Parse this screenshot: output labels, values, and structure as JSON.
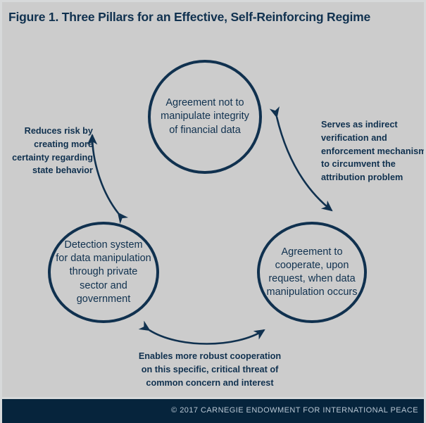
{
  "figure": {
    "title": "Figure 1. Three Pillars for an Effective, Self-Reinforcing Regime",
    "background_color": "#cccccc",
    "accent_color": "#10314f",
    "footer_background": "#06243c",
    "footer_text_color": "#b9c7d4"
  },
  "nodes": {
    "top": {
      "line1": "Agreement not to",
      "line2": "manipulate integrity",
      "line3": "of financial data"
    },
    "left": {
      "line1": "Detection system",
      "line2": "for data manipulation",
      "line3": "through private",
      "line4": "sector and",
      "line5": "government"
    },
    "right": {
      "line1": "Agreement to",
      "line2": "cooperate, upon",
      "line3": "request, when data",
      "line4": "manipulation occurs"
    }
  },
  "annotations": {
    "left": {
      "line1": "Reduces risk by",
      "line2": "creating more",
      "line3": "certainty regarding",
      "line4": "state behavior"
    },
    "right": {
      "line1": "Serves as indirect",
      "line2": "verification and",
      "line3": "enforcement mechanism",
      "line4": "to circumvent the",
      "line5": "attribution problem"
    },
    "bottom": {
      "line1": "Enables more robust cooperation",
      "line2": "on this specific, critical threat of",
      "line3": "common concern and interest"
    }
  },
  "footer": {
    "copyright": "© 2017 CARNEGIE ENDOWMENT FOR INTERNATIONAL PEACE"
  }
}
